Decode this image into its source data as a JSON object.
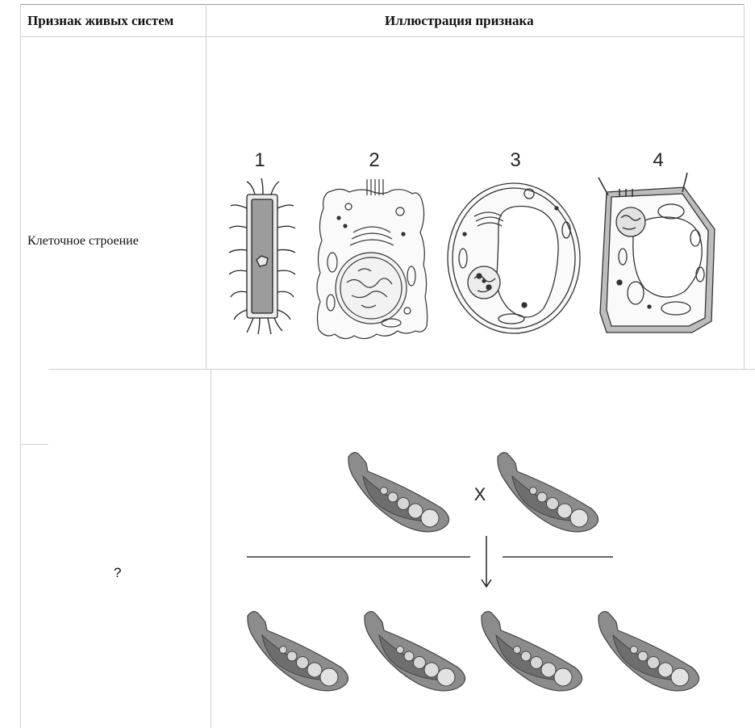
{
  "table": {
    "header_col1": "Признак живых систем",
    "header_col2": "Иллюстрация признака",
    "row1_feature": "Клеточное строение",
    "row2_feature": "?"
  },
  "cells_figure": {
    "labels": [
      "1",
      "2",
      "3",
      "4"
    ]
  },
  "cross_figure": {
    "cross_symbol": "X"
  }
}
